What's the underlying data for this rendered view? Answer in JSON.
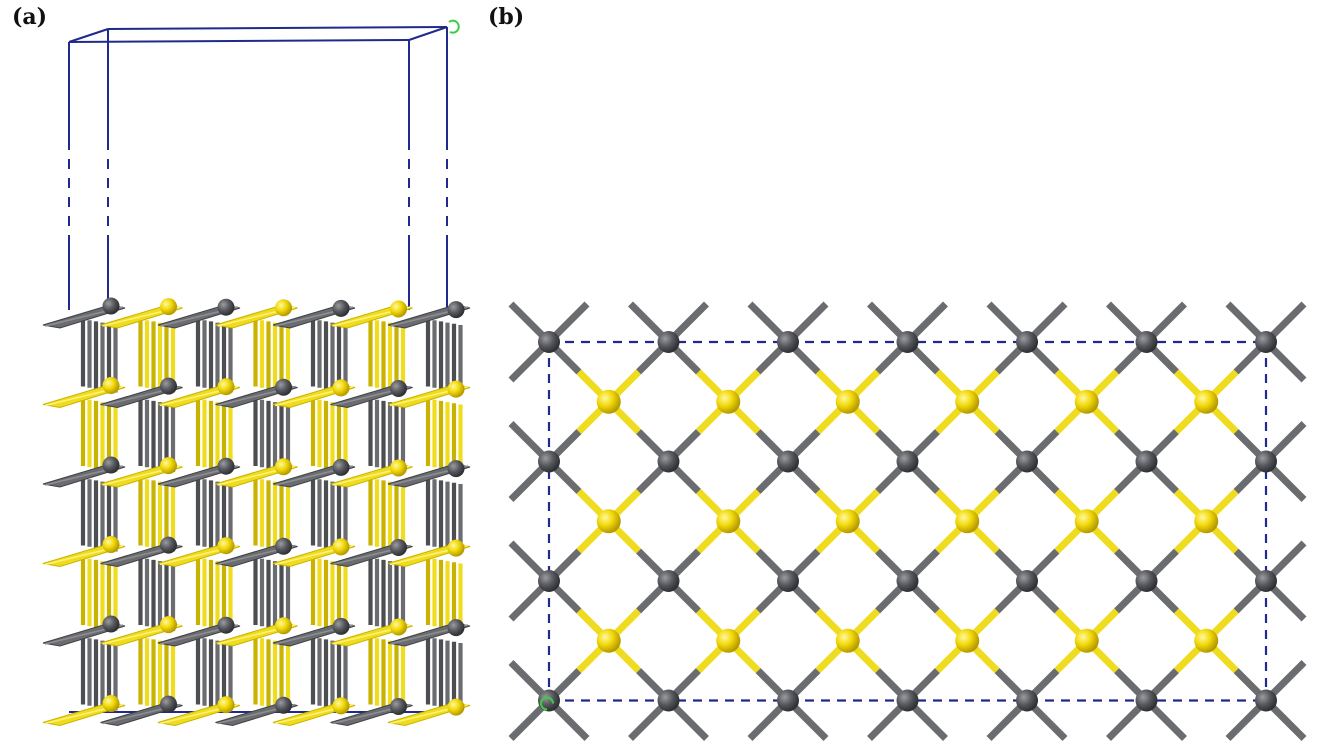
{
  "panels": {
    "a": {
      "label": "(a)"
    },
    "b": {
      "label": "(b)"
    }
  },
  "colors": {
    "cell_edge": "#1f2a8c",
    "dark_atom": "#55575c",
    "dark_bond": "#6a6c70",
    "yellow_atom": "#f2d90a",
    "yellow_bond": "#f0dc1e",
    "origin_marker": "#3ccd46"
  },
  "top_view": {
    "dark_atom_columns": 7,
    "dark_atom_rows": 4,
    "yellow_atom_columns": 6,
    "yellow_atom_rows": 3
  },
  "side_view": {
    "layers": 6,
    "columns_per_layer": 7
  }
}
